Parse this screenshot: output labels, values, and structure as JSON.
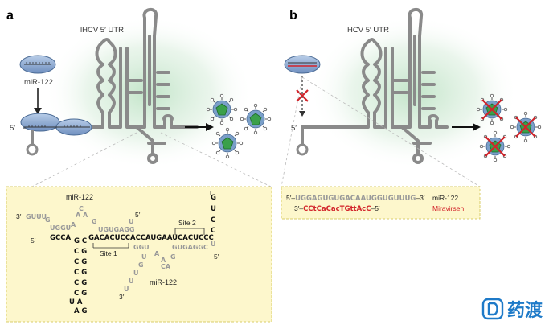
{
  "panel_a": {
    "letter": "a",
    "utr_label": "lHCV 5′ UTR",
    "mir_label": "miR-122",
    "five_prime": "5′",
    "box": {
      "mir122_top": "miR-122",
      "mir122_bottom": "miR-122",
      "site1": "Site 1",
      "site2": "Site 2",
      "three_prime_left": "3′",
      "five_prime_left": "5′",
      "five_prime_top": "5′",
      "five_prime_right": "5′",
      "three_prime_bottom": "3′",
      "upper_left_tail": "GUUU",
      "upper_left_strand": "UGGU",
      "upper_left_loop_1": "G",
      "upper_left_loop_2": "A",
      "upper_left_c": "C",
      "upper_left_aa": "A A",
      "upper_left_g": "G",
      "upper_mid": "UGUGAGG",
      "upper_mid_u": "U",
      "gcca": "GCCA",
      "main_strand": "GACACUCCACCAUGAAUCACUCCC",
      "mir_bottom_strand": "GGU",
      "gugaggc": "GUGAGGC",
      "stem_gc": "G C",
      "stem_cg1": "C G",
      "stem_cg2": "C G",
      "stem_cg3": "C G",
      "stem_cg4": "C G",
      "stem_cg5": "C G",
      "stem_ua": "U   A",
      "stem_ag": "A G",
      "right_g": "G",
      "right_u": "U",
      "right_c1": "C",
      "right_c2": "C",
      "right_u2": "U",
      "tail_g": "G",
      "tail_u": "U",
      "tail_u2": "U",
      "tail_u3": "U",
      "tail_u4": "U",
      "tail_a": "A",
      "tail_a2": "A",
      "tail_g2": "G",
      "tail_ca": "CA"
    }
  },
  "panel_b": {
    "letter": "b",
    "utr_label": "HCV 5′ UTR",
    "five_prime": "5′",
    "box": {
      "mir_seq_prefix": "5′–",
      "mir_seq": "UGGAGUGUGACAAUGGUGUUUG",
      "mir_seq_suffix": "–3′",
      "mir_label": "miR-122",
      "drug_prefix": "3′–",
      "drug_seq_parts": [
        "CC",
        "t",
        "C",
        "a",
        "C",
        "ac",
        "TG",
        "tt",
        "A",
        "c",
        "C"
      ],
      "drug_suffix": "–5′",
      "drug_label": "Miravirsen"
    }
  },
  "watermark": {
    "text": "药渡"
  },
  "colors": {
    "box_fill": "#fdf7cc",
    "box_border": "#d9cc6a",
    "drug_red": "#d2232a",
    "virus_green": "#3aa04a",
    "capsid_blue": "#7a9fc9",
    "rna_gray": "#888888",
    "watermark_blue": "#1e7ac8"
  }
}
